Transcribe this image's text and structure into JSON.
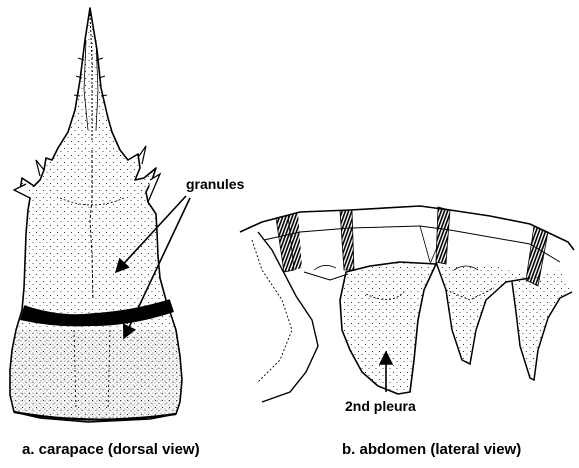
{
  "labels": {
    "granules": "granules",
    "second_pleura": "2nd pleura"
  },
  "captions": {
    "a": "a. carapace (dorsal view)",
    "b": "b. abdomen (lateral view)"
  },
  "colors": {
    "ink": "#000000",
    "background": "#ffffff"
  }
}
